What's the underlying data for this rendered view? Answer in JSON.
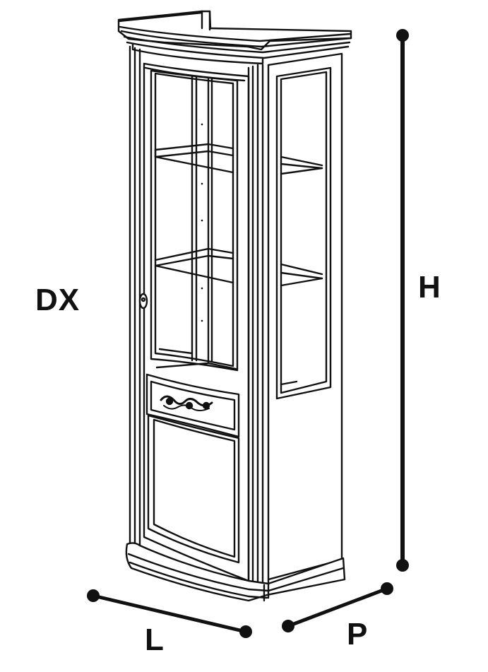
{
  "labels": {
    "side": "DX",
    "height": "H",
    "length": "L",
    "depth": "P"
  },
  "colors": {
    "line": "#111111",
    "background": "#ffffff"
  }
}
